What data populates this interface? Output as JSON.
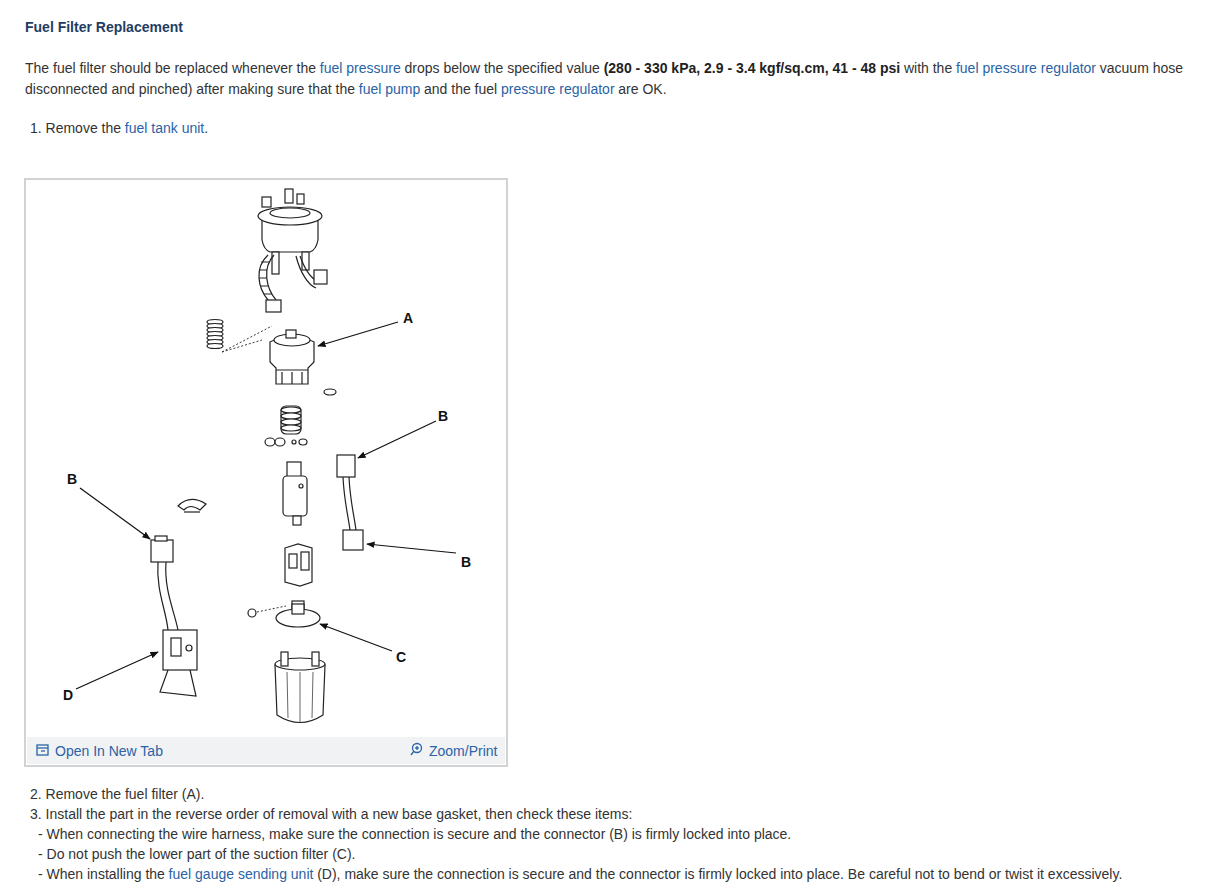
{
  "diagram": {
    "title": "Fuel Filter Replacement",
    "labels": [
      "The fuel filter should be replaced whenever the",
      "fuel pressure",
      "drops below the specified value",
      "(280 - 330 kPa, 2.9 - 3.4 kgf/sq.cm, 41 - 48 psi",
      "with the",
      "fuel pressure regulator",
      "vacuum hose disconnected and pinched) after making sure that the",
      "fuel pump",
      "and the fuel",
      "pressure regulator",
      "are OK.",
      "1. Remove the",
      "fuel tank unit",
      ".",
      "A",
      "B",
      "B",
      "B",
      "C",
      "D",
      "Open In New Tab",
      "Zoom/Print",
      "2. Remove the fuel filter (A).",
      "3. Install the part in the reverse order of removal with a new base gasket, then check these items:",
      "- When connecting the wire harness, make sure the connection is secure and the connector (B) is firmly locked into place.",
      "- Do not push the lower part of the suction filter (C).",
      "- When installing the",
      "fuel gauge sending unit",
      "(D), make sure the connection is secure and the connector is firmly locked into place. Be careful not to bend or twist it excessively."
    ]
  }
}
